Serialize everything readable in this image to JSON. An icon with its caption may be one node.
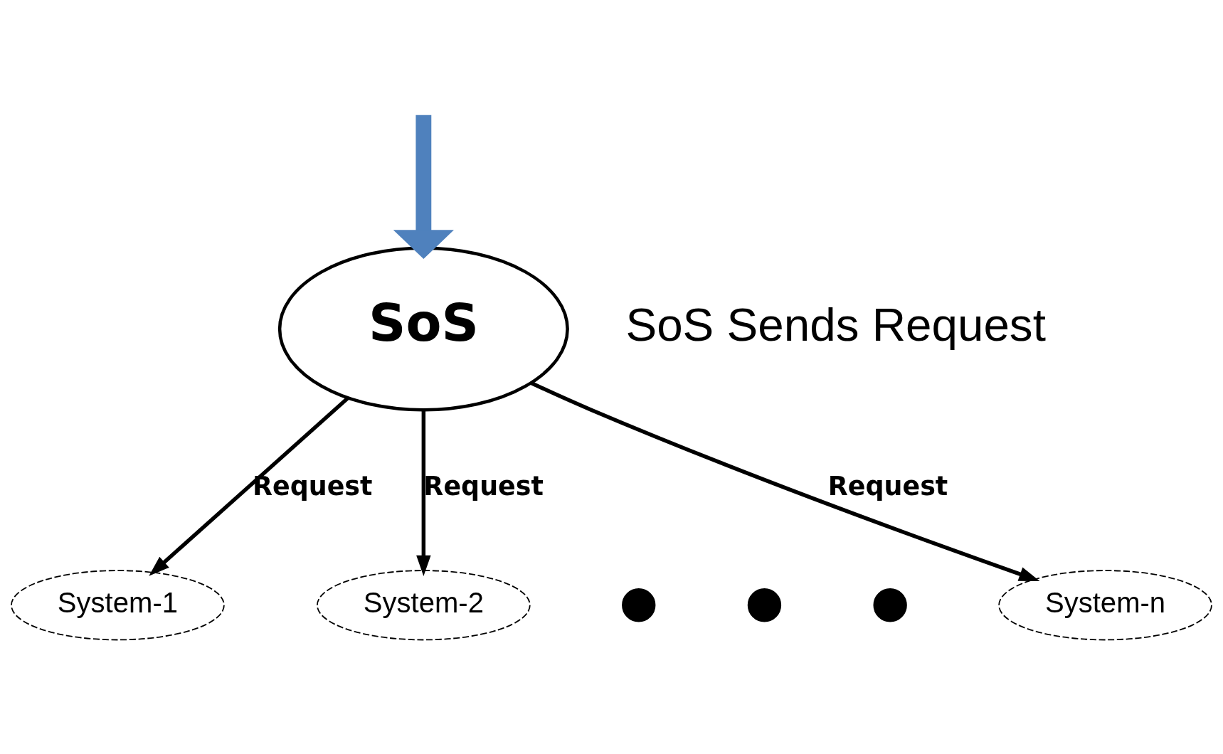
{
  "diagram": {
    "nodes": [
      {
        "text": [
          "SoS"
        ]
      },
      {
        "text": [
          "System-1"
        ]
      },
      {
        "text": [
          "System-2"
        ]
      },
      {
        "text": [],
        "shape": "circle"
      },
      {
        "text": [],
        "shape": "circle"
      },
      {
        "text": [],
        "shape": "circle"
      },
      {
        "text": [
          "System-n"
        ]
      }
    ],
    "edges": [
      {
        "from": null,
        "to": 0,
        "arrow": "to",
        "style": "thick",
        "color": "#4f81bd"
      },
      {
        "from": 0,
        "to": 1,
        "arrow": "to",
        "label": "Request"
      },
      {
        "from": 0,
        "to": 2,
        "arrow": "to",
        "label": "Request"
      },
      {
        "from": 0,
        "to": 6,
        "arrow": "to",
        "label": "Request"
      }
    ],
    "labels": [
      "SoS Sends Request"
    ]
  }
}
